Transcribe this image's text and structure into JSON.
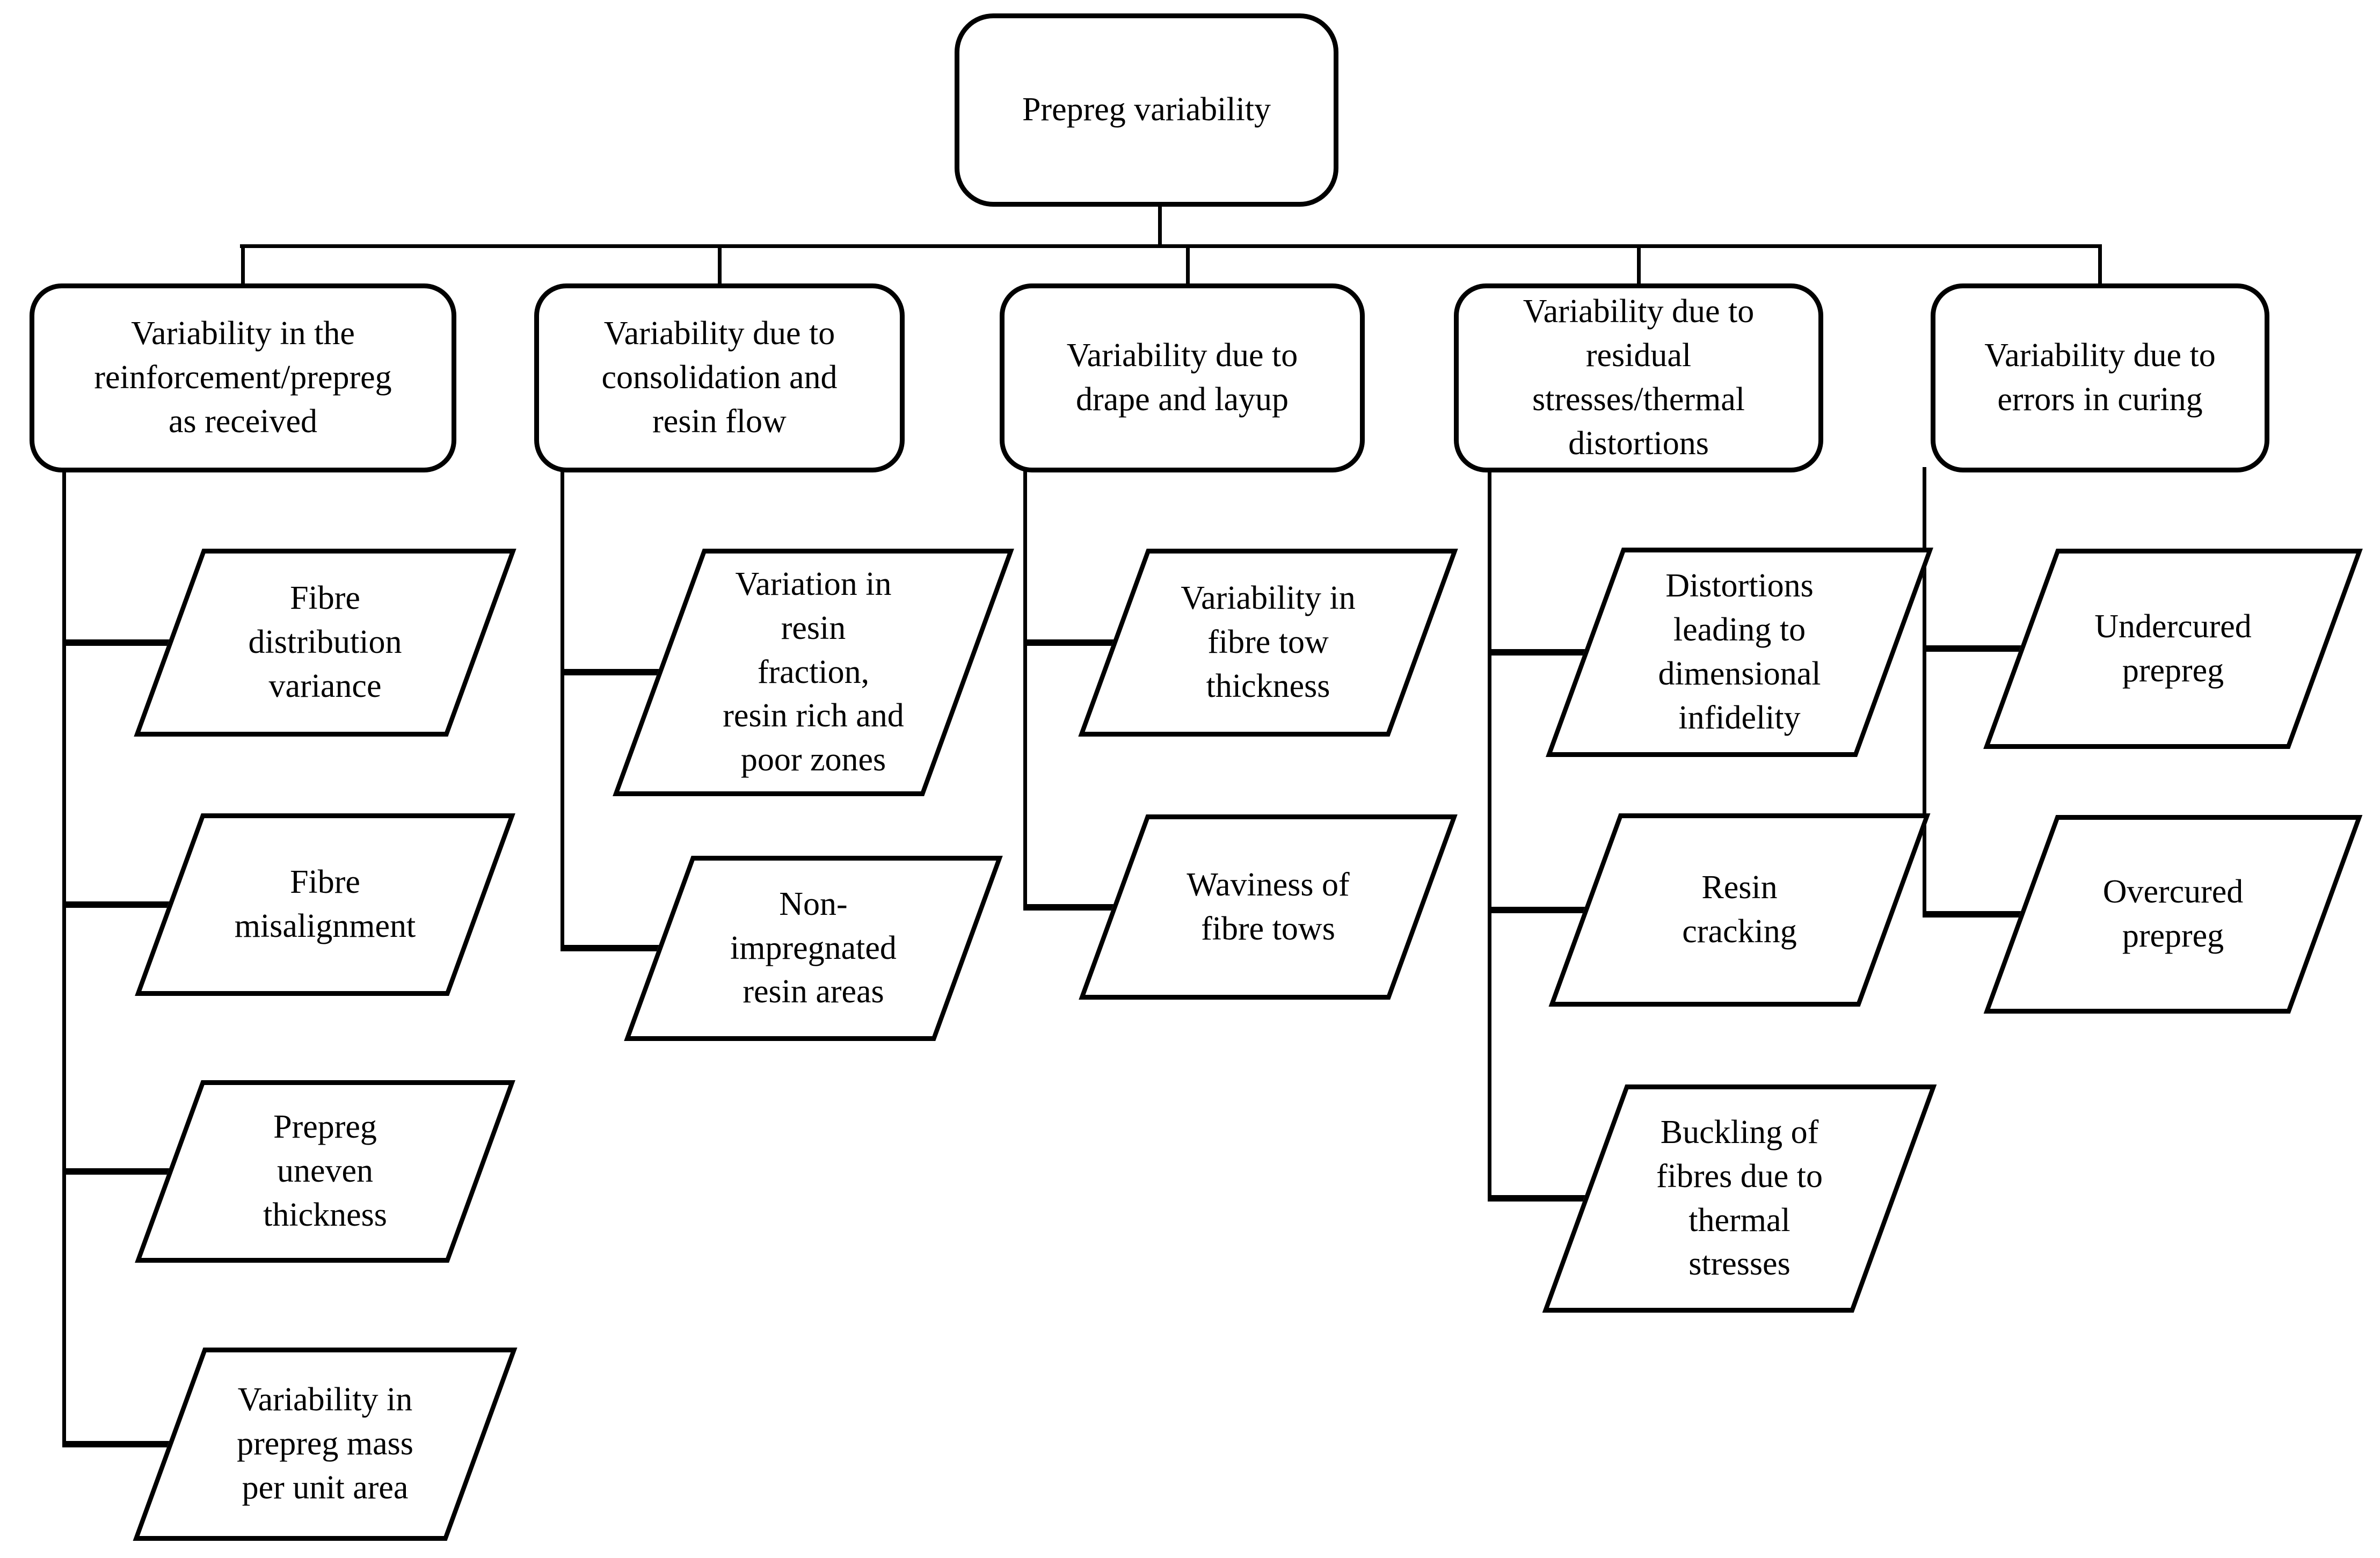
{
  "root": {
    "label": "Prepreg variability"
  },
  "branches": [
    {
      "label": "Variability in the\nreinforcement/prepreg\nas received",
      "leaves": [
        "Fibre\ndistribution\nvariance",
        "Fibre\nmisalignment",
        "Prepreg\nuneven\nthickness",
        "Variability in\nprepreg mass\nper unit area"
      ]
    },
    {
      "label": "Variability due to\nconsolidation and\nresin flow",
      "leaves": [
        "Variation in\nresin\nfraction,\nresin rich and\npoor zones",
        "Non-\nimpregnated\nresin areas"
      ]
    },
    {
      "label": "Variability due to\ndrape and layup",
      "leaves": [
        "Variability in\nfibre tow\nthickness",
        "Waviness of\nfibre tows"
      ]
    },
    {
      "label": "Variability due to\nresidual\nstresses/thermal\ndistortions",
      "leaves": [
        "Distortions\nleading to\ndimensional\ninfidelity",
        "Resin\ncracking",
        "Buckling of\nfibres due to\nthermal\nstresses"
      ]
    },
    {
      "label": "Variability due to\nerrors in curing",
      "leaves": [
        "Undercured\nprepreg",
        "Overcured\nprepreg"
      ]
    }
  ]
}
